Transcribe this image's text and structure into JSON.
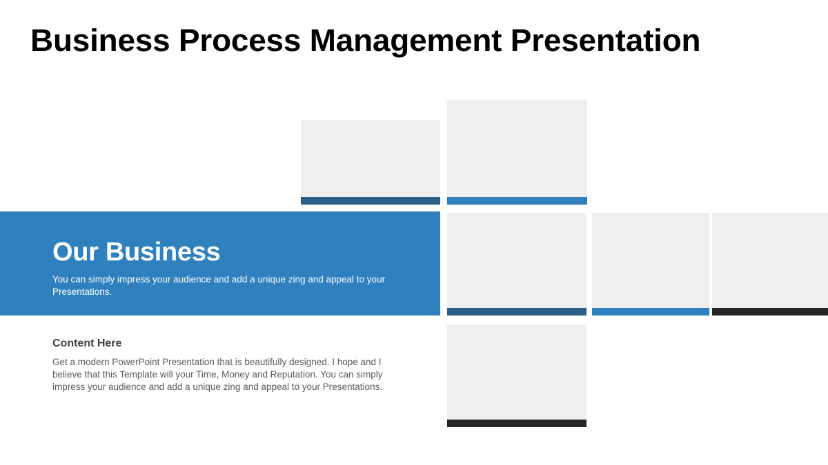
{
  "slide": {
    "title": "Business Process Management Presentation",
    "background": "#ffffff"
  },
  "banner": {
    "heading": "Our Business",
    "subtitle": "You can simply impress your audience and add a unique zing and appeal to your Presentations.",
    "color": "#2e80bf",
    "text_color": "#ffffff"
  },
  "content": {
    "heading": "Content  Here",
    "body": "Get a modern PowerPoint  Presentation that is beautifully designed. I hope and I believe that this Template will your Time, Money and Reputation. You can simply impress your audience and add a unique zing and appeal to your Presentations."
  },
  "placeholders": [
    {
      "name": "top-left",
      "accent": "#2b5f88"
    },
    {
      "name": "top-right",
      "accent": "#2e80bf"
    },
    {
      "name": "middle-a",
      "accent": "#2b5f88"
    },
    {
      "name": "middle-b",
      "accent": "#2e80bf"
    },
    {
      "name": "middle-c",
      "accent": "#262626"
    },
    {
      "name": "bottom",
      "accent": "#262626"
    }
  ],
  "colors": {
    "accent_blue": "#2e80bf",
    "accent_dark_blue": "#2b5f88",
    "accent_black": "#262626",
    "placeholder_fill": "#efefef",
    "title_text": "#000000",
    "body_text": "#5a5a5a",
    "heading_text": "#404040"
  }
}
